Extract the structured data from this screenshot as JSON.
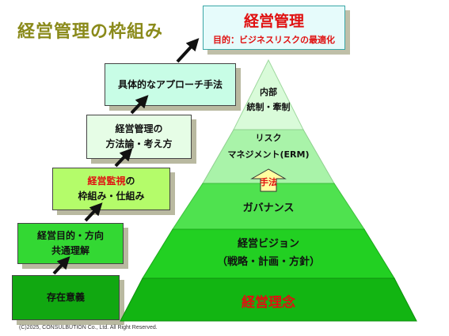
{
  "title": "経営管理の枠組み",
  "goal": {
    "title": "経営管理",
    "subtitle": "目的：ビジネスリスクの最適化"
  },
  "steps": [
    {
      "lines": [
        "存在意義"
      ]
    },
    {
      "lines": [
        "経営目的・方向",
        "共通理解"
      ]
    },
    {
      "line1_red": "経営監視",
      "line1_rest": "の",
      "line2": "枠組み・仕組み"
    },
    {
      "lines": [
        "経営管理の",
        "方法論・考え方"
      ]
    },
    {
      "lines": [
        "具体的なアプローチ手法"
      ]
    }
  ],
  "pyramid": {
    "layers": [
      {
        "lines": [
          "内部",
          "統制・牽制"
        ]
      },
      {
        "lines": [
          "リスク",
          "マネジメント(ERM)"
        ]
      },
      {
        "lines": [
          "ガバナンス"
        ]
      },
      {
        "lines": [
          "経営ビジョン",
          "（戦略・計画・方針）"
        ]
      },
      {
        "lines": [
          "経営理念"
        ]
      }
    ],
    "up_arrow_label": "手法"
  },
  "colors": {
    "tier_top": "#d9fbd9",
    "tier_2": "#a9f3a9",
    "tier_3": "#4fe24f",
    "tier_4": "#22d022",
    "tier_base": "#12b512",
    "accent_red": "#e01010"
  },
  "copyright": "(C)2025, CONSULBUTION Co., Ltd. All Right Reserved."
}
